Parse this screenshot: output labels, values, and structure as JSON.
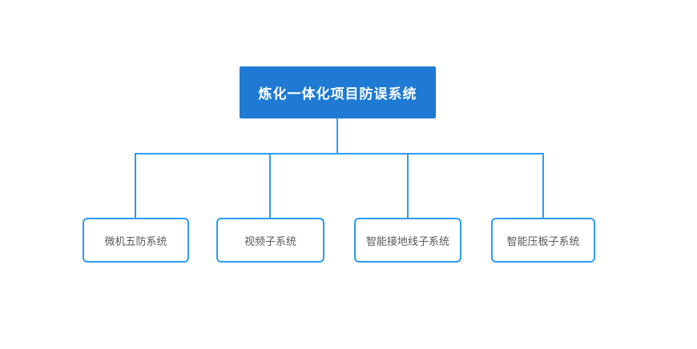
{
  "diagram": {
    "type": "org-tree",
    "root": {
      "label": "炼化一体化项目防误系统"
    },
    "children": [
      {
        "label": "微机五防系统"
      },
      {
        "label": "视频子系统"
      },
      {
        "label": "智能接地线子系统"
      },
      {
        "label": "智能压板子系统"
      }
    ],
    "colors": {
      "background": "#ffffff",
      "root_fill": "#1e7ad2",
      "root_text": "#ffffff",
      "connector": "#2e9bf3",
      "child_border": "#2e9bf3",
      "child_fill": "#ffffff",
      "child_text": "#595959"
    }
  }
}
